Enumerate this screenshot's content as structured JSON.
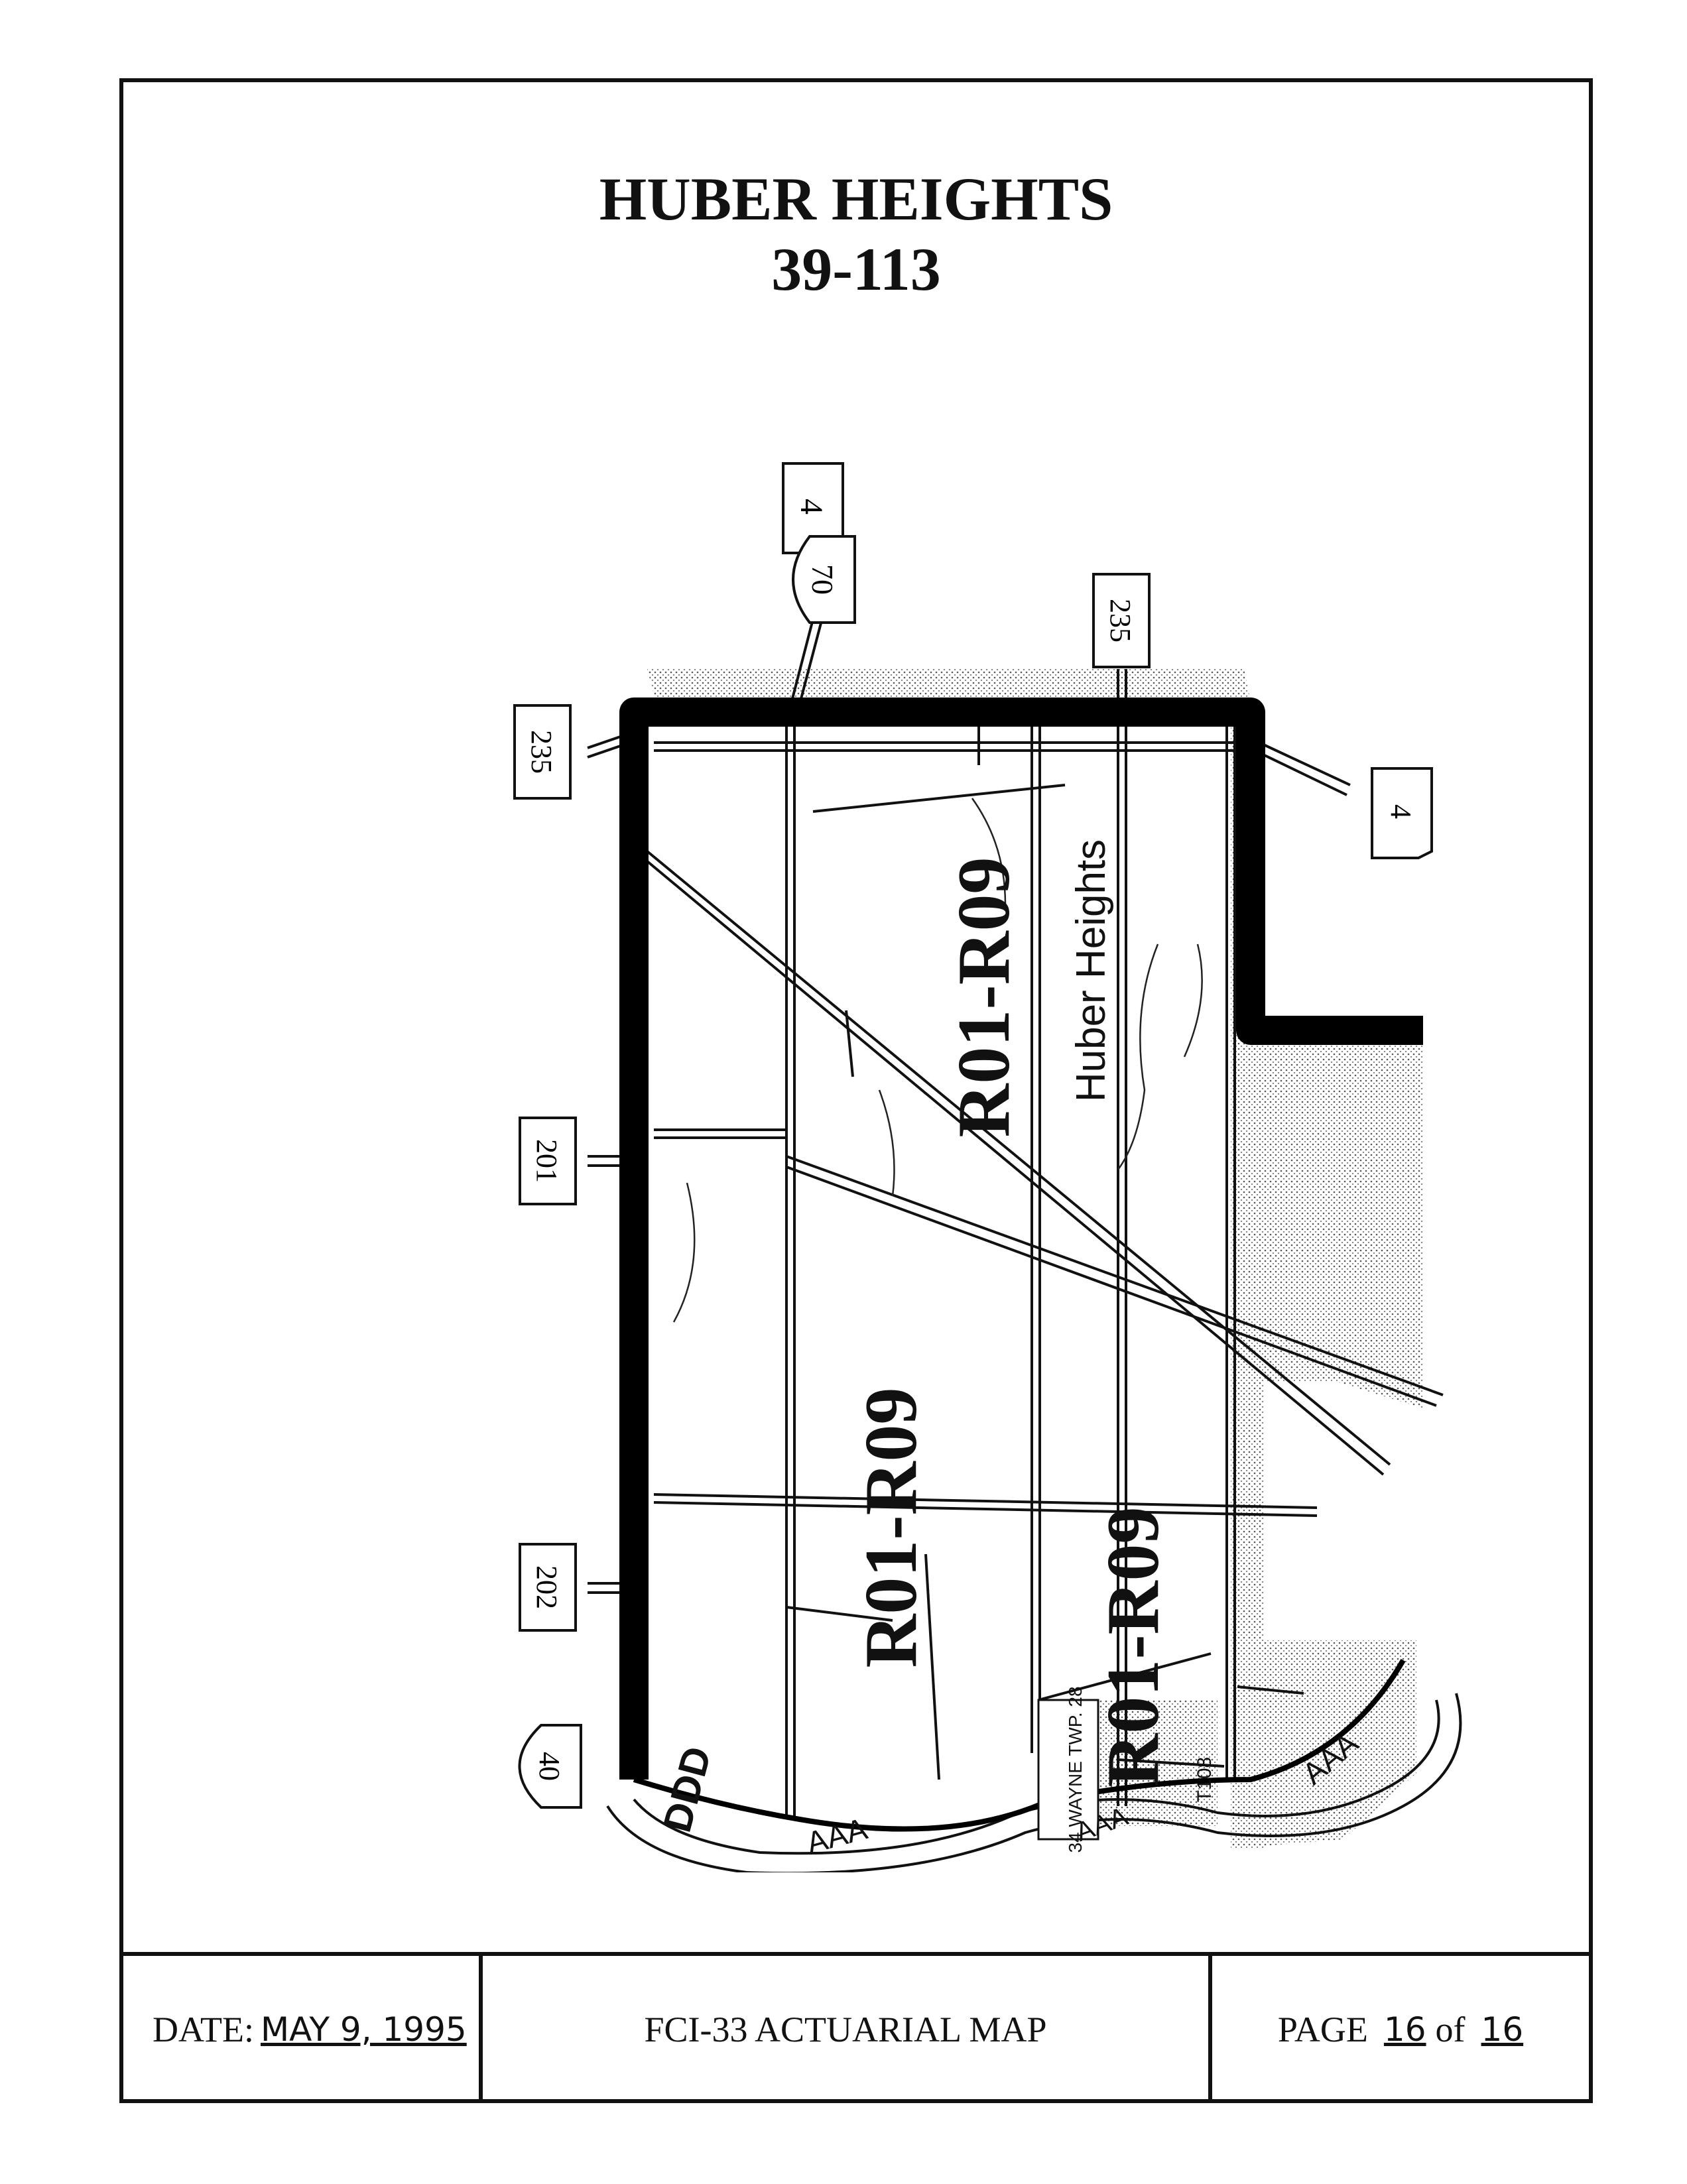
{
  "map": {
    "title": "HUBER HEIGHTS",
    "community_number": "39-113",
    "place_label": "Huber Heights",
    "zone_labels": [
      "R01-R09",
      "R01-R09",
      "R01-R09"
    ],
    "route_shields": [
      "4",
      "70",
      "235",
      "235",
      "4",
      "201",
      "202",
      "40"
    ],
    "township_label": "34 WAYNE TWP. 28",
    "township_code": "T108",
    "boundary_marks": [
      "DDD",
      "AAA",
      "AAA",
      "AAA"
    ]
  },
  "footer": {
    "date_label": "DATE:",
    "date_value": "MAY 9, 1995",
    "map_name": "FCI-33 ACTUARIAL MAP",
    "page_label": "PAGE",
    "page_number": "16",
    "page_of": "of",
    "page_total": "16"
  }
}
